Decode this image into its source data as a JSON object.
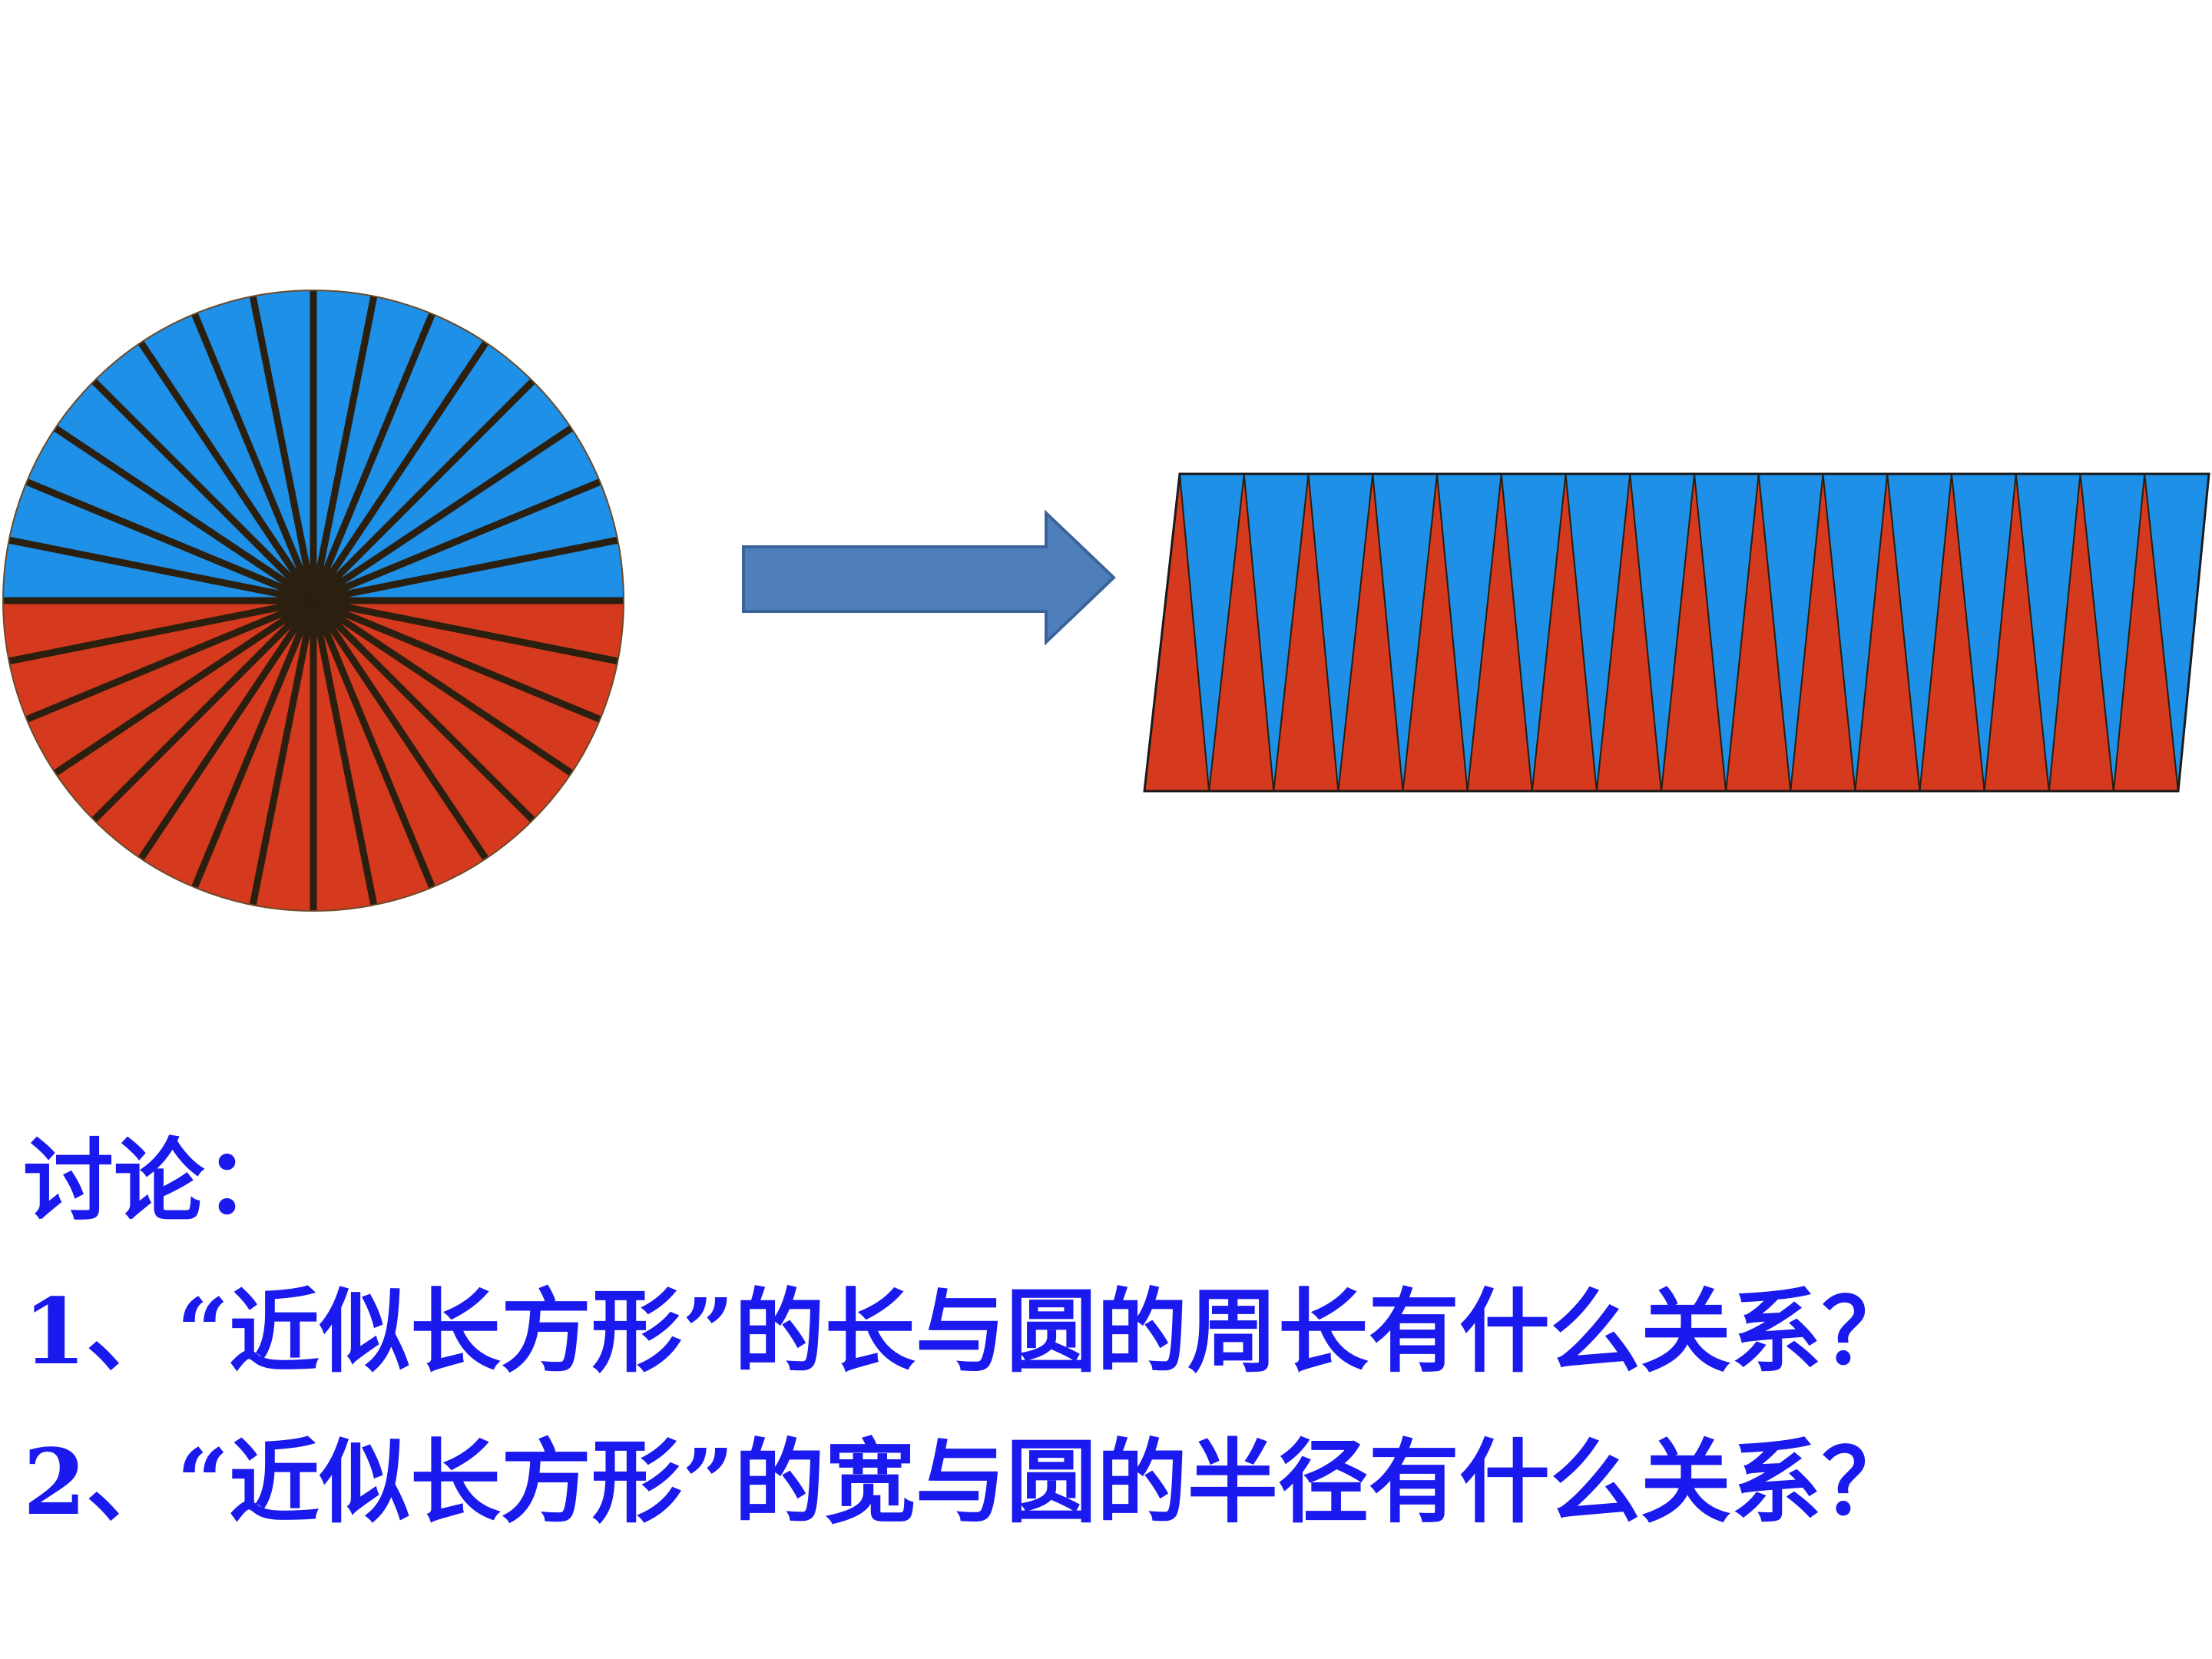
{
  "colors": {
    "top_fill": "#1e90e8",
    "bottom_fill": "#d63a1e",
    "ray_stroke": "#2b1f10",
    "arrow_fill": "#4f7fba",
    "arrow_stroke": "#3a639a",
    "text": "#1a1aee"
  },
  "diagram": {
    "circle_sectors": 32,
    "strip_triangles_per_color": 16,
    "arrow_icon": "right-arrow-icon"
  },
  "text": {
    "heading": "讨论：",
    "question_1": "1、“近似长方形”的长与圆的周长有什么关系？",
    "question_2": "2、“近似长方形”的宽与圆的半径有什么关系？"
  }
}
